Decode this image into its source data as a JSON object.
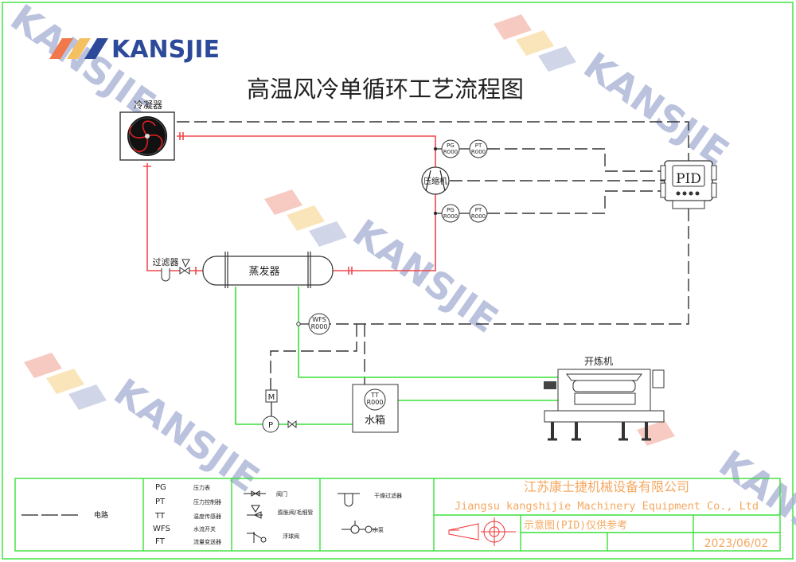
{
  "logo": {
    "text": "KANSJIE",
    "colors": [
      "#f0784a",
      "#f5c060",
      "#2d4a9a"
    ]
  },
  "title": "高温风冷单循环工艺流程图",
  "watermark": "KANSJIE",
  "equipment": {
    "condenser": "冷凝器",
    "compressor": "压缩机",
    "filter": "过滤器",
    "evaporator": "蒸发器",
    "pid": "PID",
    "mill": "开炼机",
    "tank": "水箱",
    "motor": "M",
    "pump": "P"
  },
  "instruments": {
    "pg_top": {
      "tag": "PG",
      "id": "R000"
    },
    "pt_top": {
      "tag": "PT",
      "id": "R000"
    },
    "pg_bottom": {
      "tag": "PG",
      "id": "R000"
    },
    "pt_bottom": {
      "tag": "PT",
      "id": "R000"
    },
    "wfs": {
      "tag": "WFS",
      "id": "R000"
    },
    "tt": {
      "tag": "TT",
      "id": "R000"
    }
  },
  "legend": {
    "circuit": "电路",
    "codes": [
      {
        "code": "PG",
        "desc": "压力表"
      },
      {
        "code": "PT",
        "desc": "压力控制器"
      },
      {
        "code": "TT",
        "desc": "温度传感器"
      },
      {
        "code": "WFS",
        "desc": "水流开关"
      },
      {
        "code": "FT",
        "desc": "流量变送器"
      }
    ],
    "symbols": {
      "valve": "阀门",
      "expansion": "膨胀阀/毛细管",
      "float": "浮球阀",
      "dry_filter": "干燥过滤器",
      "pump": "水泵"
    }
  },
  "title_block": {
    "company_cn": "江苏康士捷机械设备有限公司",
    "company_en": "Jiangsu kangshijie Machinery Equipment Co., Ltd",
    "note": "示意图(PID)仅供参考",
    "date": "2023/06/02"
  },
  "colors": {
    "refrigerant": "#f0484c",
    "water": "#38e038",
    "signal": "#333333",
    "frame": "#38e038",
    "title_block_text": "#f5a860"
  }
}
